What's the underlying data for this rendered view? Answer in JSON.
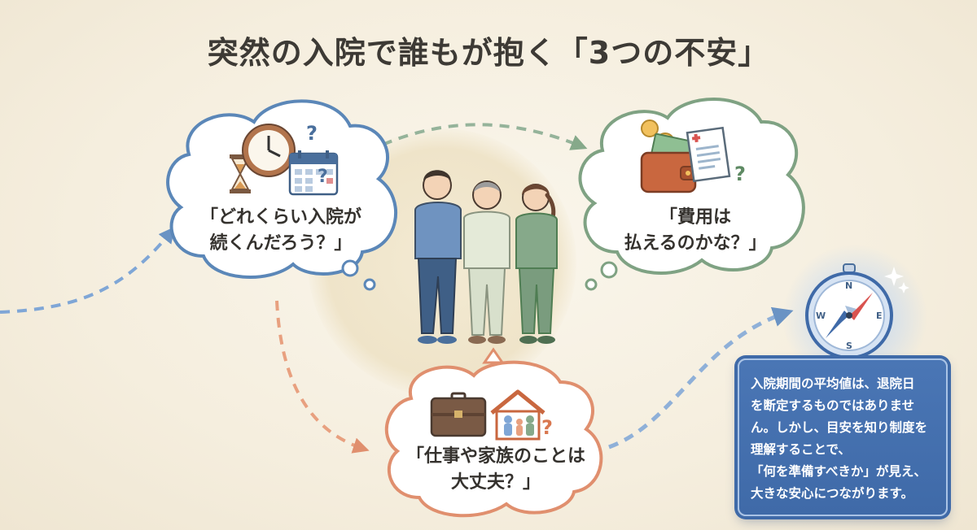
{
  "title": "突然の入院で誰もが抱く「3つの不安」",
  "anxieties": [
    {
      "line1": "「どれくらい入院が",
      "line2": "続くんだろう？」",
      "color": "#5b87b8"
    },
    {
      "line1": "「費用は",
      "line2": "払えるのかな？」",
      "color": "#7fa283"
    },
    {
      "line1": "「仕事や家族のことは",
      "line2": "大丈夫？」",
      "color": "#e08f6e"
    }
  ],
  "compass": {
    "n": "N",
    "e": "E",
    "s": "S",
    "w": "W"
  },
  "card": {
    "lines": [
      "入院期間の平均値は、退院日",
      "を断定するものではありませ",
      "ん。しかし、目安を知り制度を",
      "理解することで、",
      "「何を準備すべきか」が見え、",
      "大きな安心につながります。"
    ]
  },
  "icons": {
    "cloud1": [
      "hourglass-icon",
      "clock-icon",
      "calendar-icon",
      "question-icon"
    ],
    "cloud2": [
      "coin-icon",
      "banknote-icon",
      "wallet-icon",
      "medical-bill-icon",
      "question-icon"
    ],
    "cloud3": [
      "briefcase-icon",
      "family-house-icon",
      "question-icon"
    ]
  }
}
